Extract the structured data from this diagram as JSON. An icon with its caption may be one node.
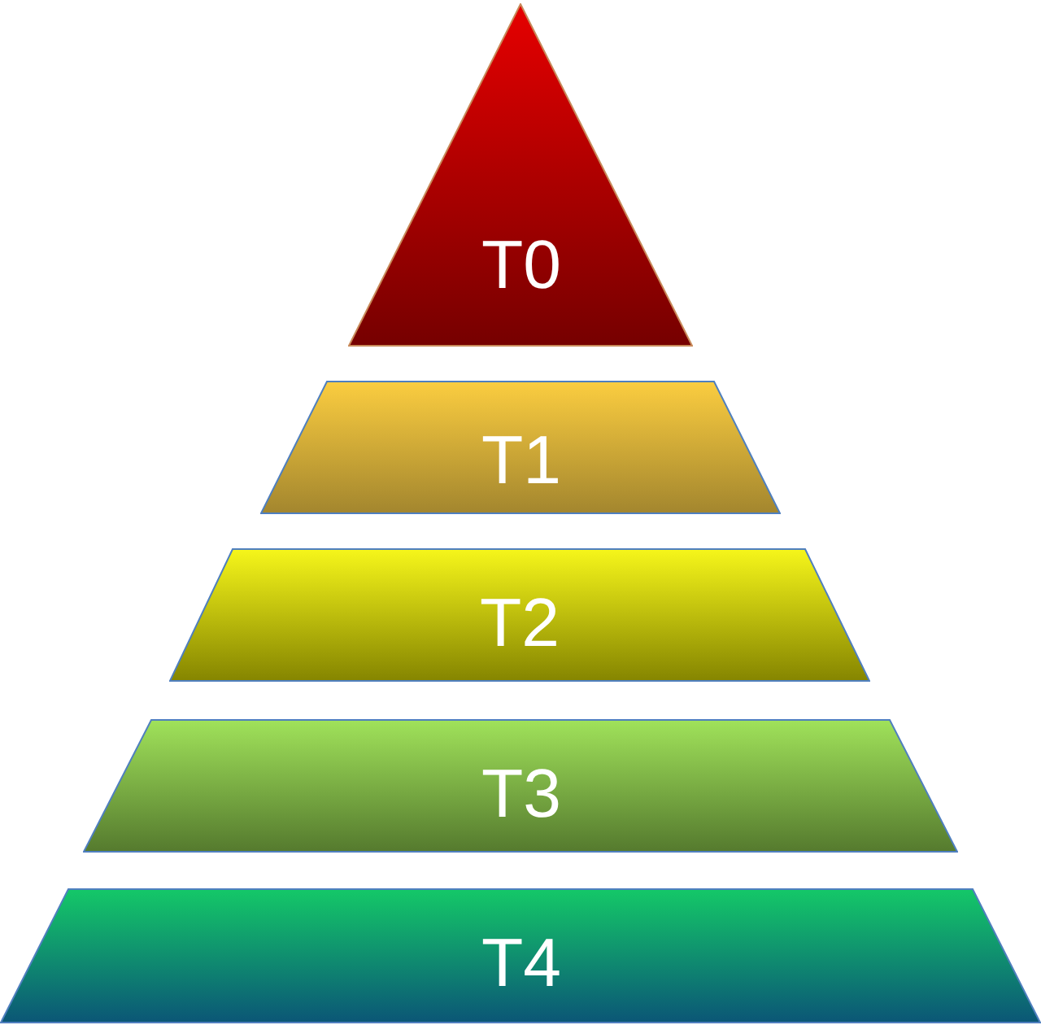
{
  "diagram": {
    "nodes": [
      {
        "text": [
          "T0"
        ]
      },
      {
        "text": [
          "T1"
        ]
      },
      {
        "text": [
          "T2"
        ]
      },
      {
        "text": [
          "T3"
        ]
      },
      {
        "text": [
          "T4"
        ]
      }
    ]
  }
}
